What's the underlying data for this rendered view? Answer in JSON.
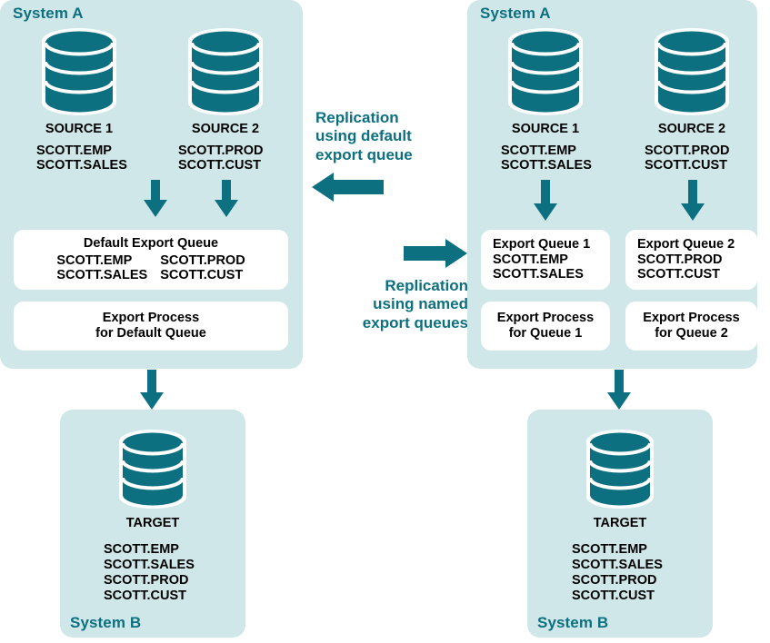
{
  "diagram": {
    "title": "Replication using default export queue vs named export queues",
    "colors": {
      "teal": "#0d7080",
      "panel_bg": "#cfe7e8",
      "box_bg": "#ffffff",
      "text": "#000000"
    }
  },
  "left": {
    "system_a_label": "System A",
    "system_b_label": "System B",
    "sources": [
      {
        "name": "SOURCE 1",
        "tables": [
          "SCOTT.EMP",
          "SCOTT.SALES"
        ]
      },
      {
        "name": "SOURCE 2",
        "tables": [
          "SCOTT.PROD",
          "SCOTT.CUST"
        ]
      }
    ],
    "queue_box": {
      "title": "Default Export Queue",
      "col1": [
        "SCOTT.EMP",
        "SCOTT.SALES"
      ],
      "col2": [
        "SCOTT.PROD",
        "SCOTT.CUST"
      ]
    },
    "process_box": {
      "line1": "Export Process",
      "line2": "for Default Queue"
    },
    "target": {
      "name": "TARGET",
      "tables": [
        "SCOTT.EMP",
        "SCOTT.SALES",
        "SCOTT.PROD",
        "SCOTT.CUST"
      ]
    }
  },
  "right": {
    "system_a_label": "System A",
    "system_b_label": "System B",
    "sources": [
      {
        "name": "SOURCE 1",
        "tables": [
          "SCOTT.EMP",
          "SCOTT.SALES"
        ]
      },
      {
        "name": "SOURCE 2",
        "tables": [
          "SCOTT.PROD",
          "SCOTT.CUST"
        ]
      }
    ],
    "queue_boxes": [
      {
        "title": "Export Queue 1",
        "tables": [
          "SCOTT.EMP",
          "SCOTT.SALES"
        ]
      },
      {
        "title": "Export Queue 2",
        "tables": [
          "SCOTT.PROD",
          "SCOTT.CUST"
        ]
      }
    ],
    "process_boxes": [
      {
        "line1": "Export Process",
        "line2": "for Queue 1"
      },
      {
        "line1": "Export Process",
        "line2": "for Queue 2"
      }
    ],
    "target": {
      "name": "TARGET",
      "tables": [
        "SCOTT.EMP",
        "SCOTT.SALES",
        "SCOTT.PROD",
        "SCOTT.CUST"
      ]
    }
  },
  "center": {
    "caption_top": {
      "line1": "Replication",
      "line2": "using default",
      "line3": "export queue"
    },
    "caption_bottom": {
      "line1": "Replication",
      "line2": "using named",
      "line3": "export queues"
    }
  }
}
